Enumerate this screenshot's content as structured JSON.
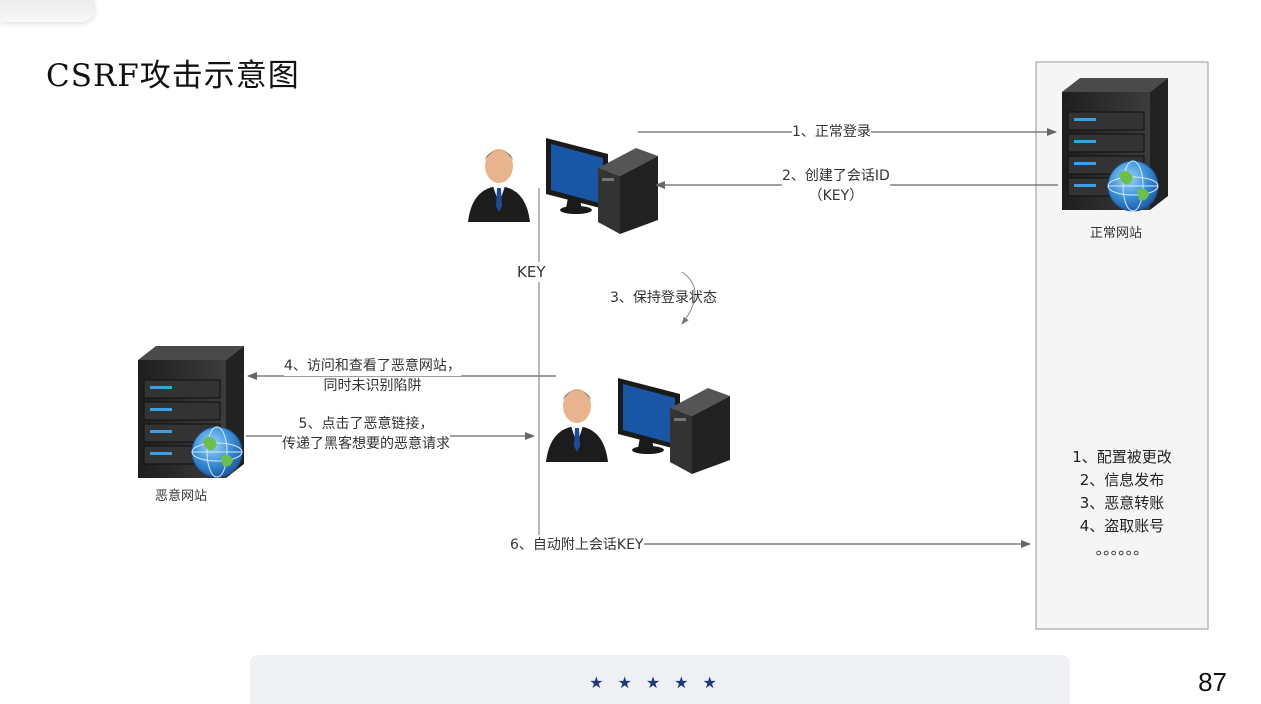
{
  "title": "CSRF攻击示意图",
  "servers": {
    "normal_site": "正常网站",
    "malicious_site": "恶意网站"
  },
  "steps": {
    "s1": "1、正常登录",
    "s2_line1": "2、创建了会话ID",
    "s2_line2": "（KEY）",
    "key_label": "KEY",
    "s3": "3、保持登录状态",
    "s4_line1": "4、访问和查看了恶意网站，",
    "s4_line2": "同时未识别陷阱",
    "s5_line1": "5、点击了恶意链接，",
    "s5_line2": "传递了黑客想要的恶意请求",
    "s6": "6、自动附上会话KEY"
  },
  "effects": [
    "1、配置被更改",
    "2、信息发布",
    "3、恶意转账",
    "4、盗取账号",
    "。。。。。。"
  ],
  "footer": {
    "stars": "★★★★★",
    "page_number": "87"
  },
  "colors": {
    "arrow": "#666666",
    "monitor_screen": "#1a56a6",
    "server_body": "#2a2a2a",
    "server_led": "#3aa0e6",
    "panel_bg": "#f5f5f5",
    "footer_bg": "#eef0f3",
    "star": "#1f3a7a"
  },
  "icons": [
    "user-icon",
    "desktop-computer-icon",
    "server-icon",
    "globe-icon"
  ]
}
